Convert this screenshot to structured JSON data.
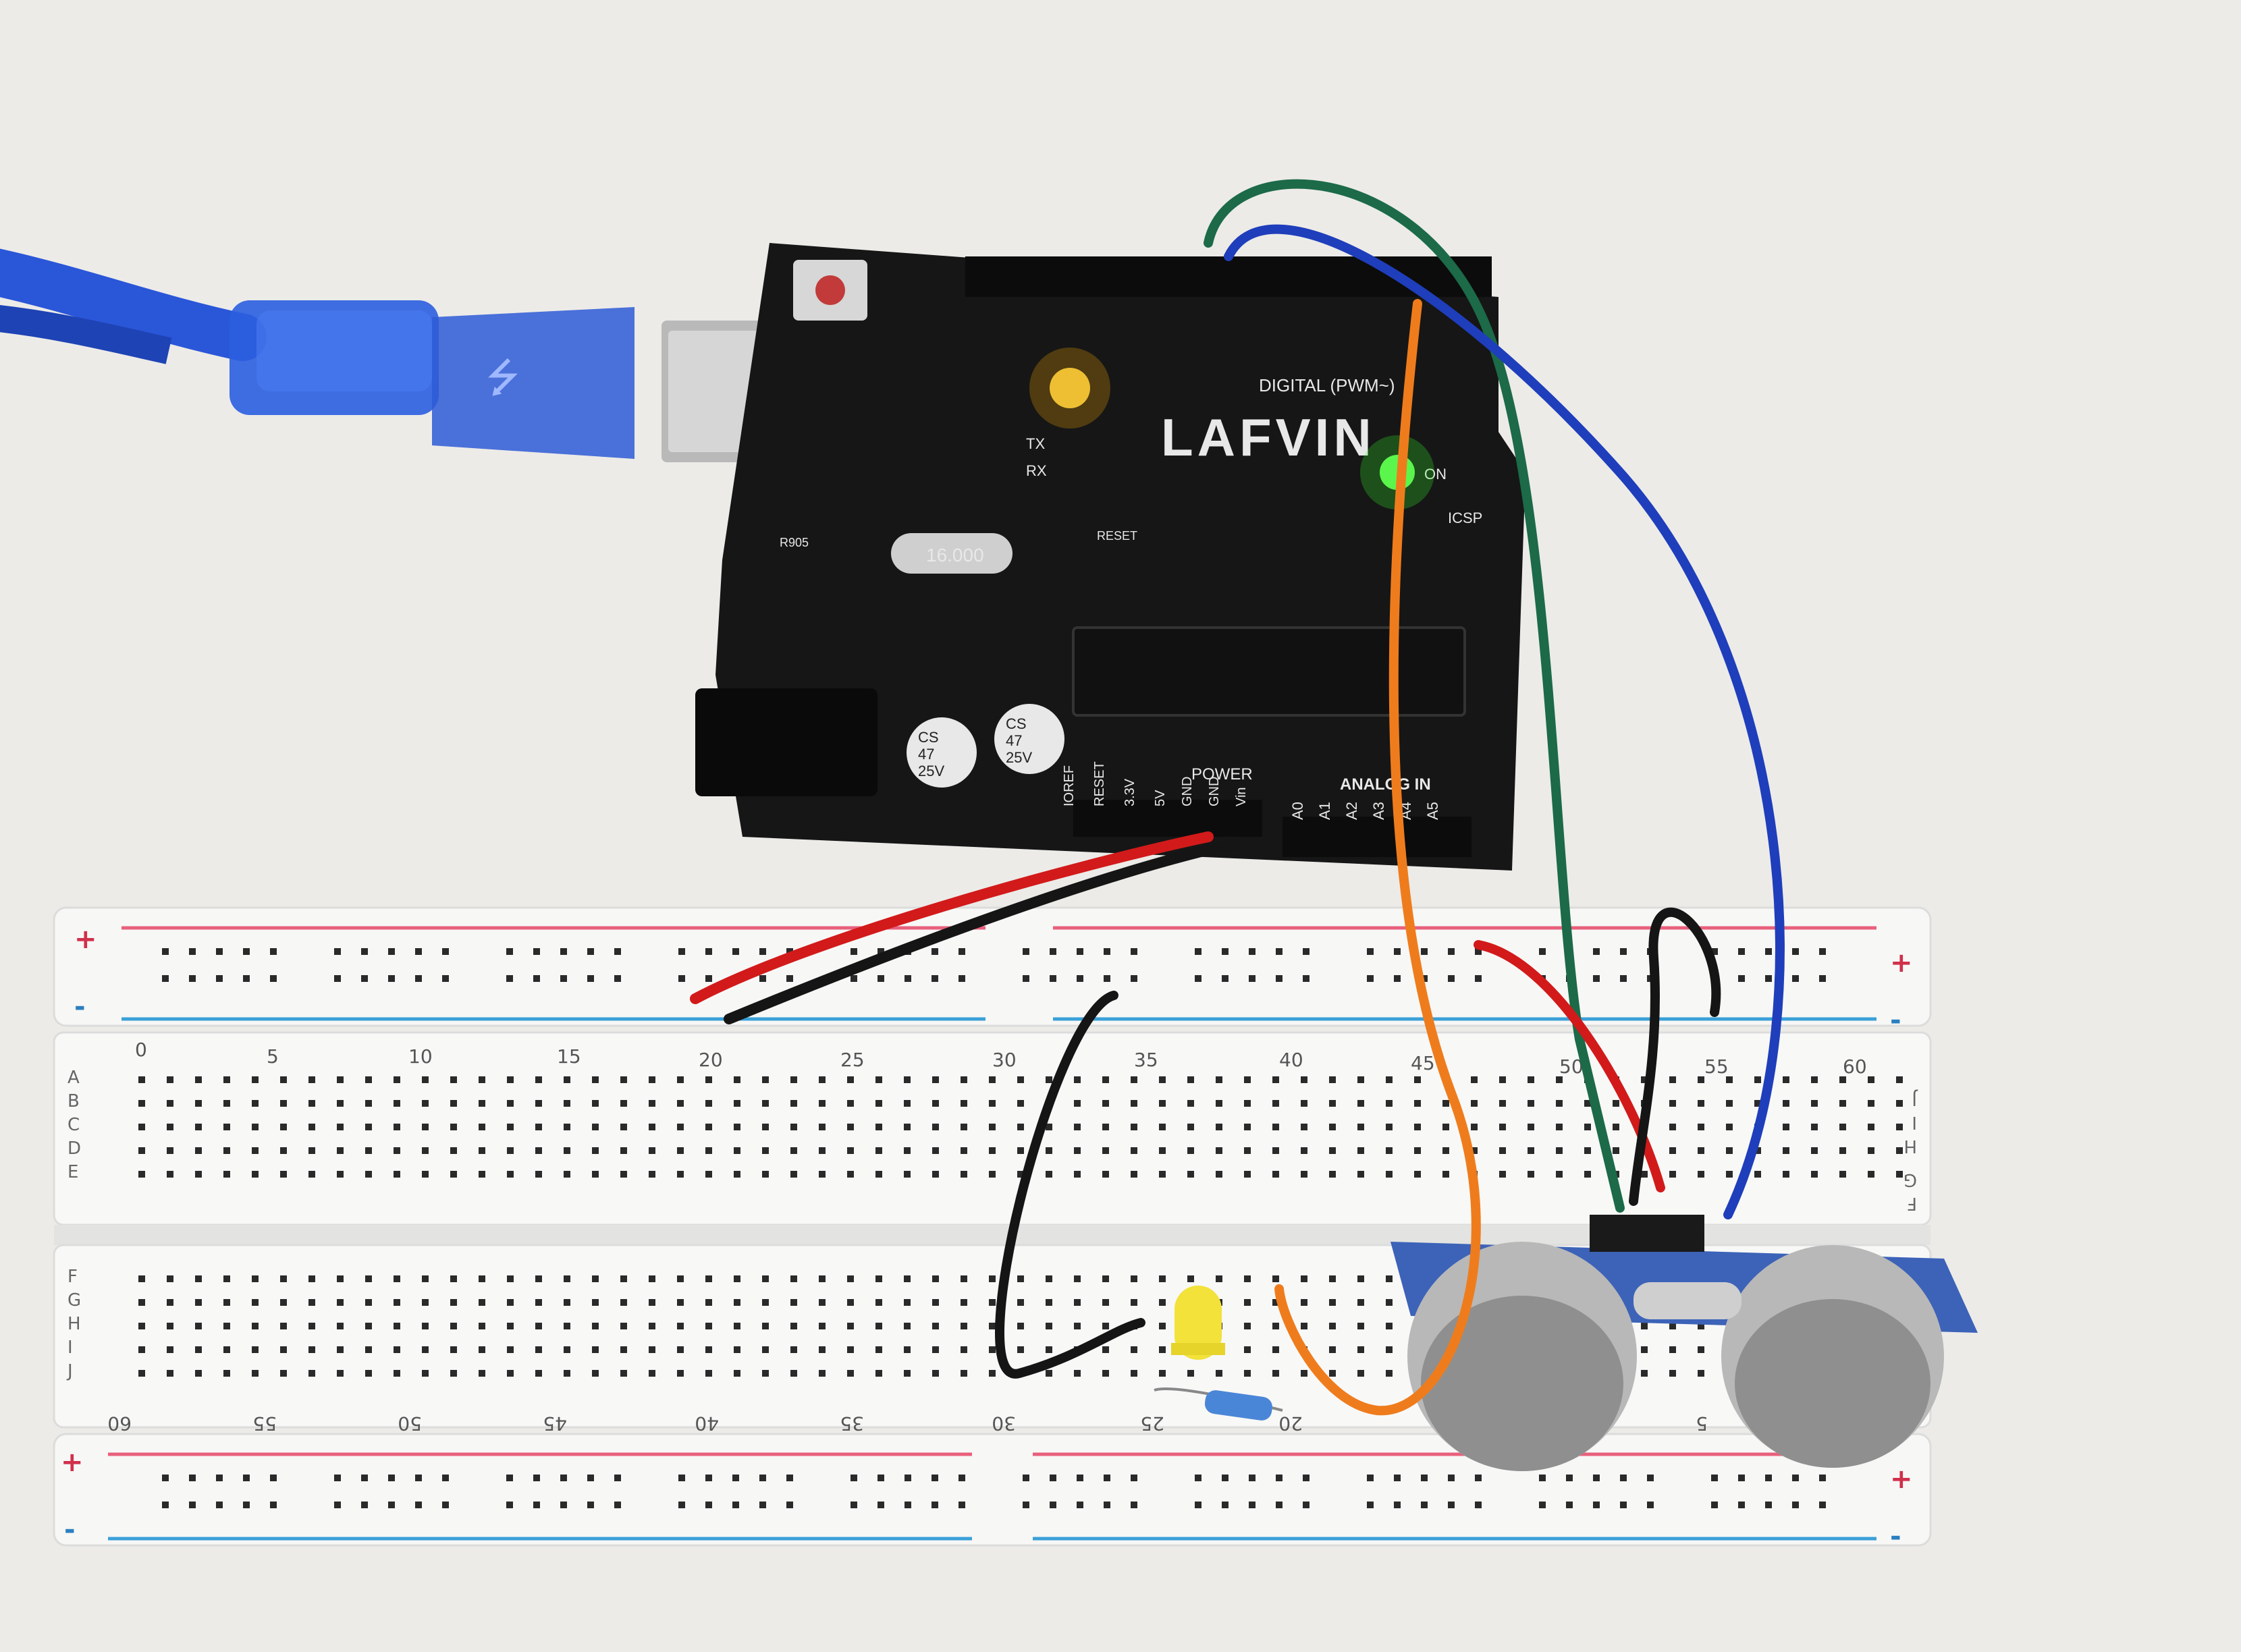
{
  "board": {
    "brand": "LAFVIN",
    "digital_label": "DIGITAL (PWM~)",
    "tx_label": "TX",
    "rx_label": "RX",
    "on_label": "ON",
    "icsp_label": "ICSP",
    "power_label": "POWER",
    "analog_label": "ANALOG IN",
    "crystal_label": "16.000",
    "reset_label": "RESET",
    "power_pins": [
      "IOREF",
      "RESET",
      "3.3V",
      "5V",
      "GND",
      "GND",
      "Vin"
    ],
    "analog_pins": [
      "A0",
      "A1",
      "A2",
      "A3",
      "A4",
      "A5"
    ],
    "cap_lines": [
      "CS",
      "47",
      "25V"
    ],
    "small_label": "R905"
  },
  "breadboard": {
    "top_numbers": [
      "0",
      "5",
      "10",
      "15",
      "20",
      "25",
      "30",
      "35",
      "40",
      "45",
      "50",
      "55",
      "60"
    ],
    "bottom_numbers": [
      "60",
      "55",
      "50",
      "45",
      "40",
      "35",
      "30",
      "25",
      "20",
      "5"
    ],
    "left_rows_top": [
      "A",
      "B",
      "C",
      "D",
      "E"
    ],
    "left_rows_bottom": [
      "F",
      "G",
      "H",
      "I",
      "J"
    ],
    "right_rows": [
      "J",
      "I",
      "H",
      "G",
      "F"
    ],
    "plus": "+",
    "minus": "-"
  },
  "colors": {
    "board": "#161616",
    "usb_cable": "#1f4fcf",
    "wire_red": "#d21a1a",
    "wire_black": "#151515",
    "wire_orange": "#ef7c1c",
    "wire_green": "#1c6a48",
    "wire_blue": "#1f3ebb",
    "rail_red": "#e8607c",
    "rail_blue": "#3aa0d8",
    "led_yellow": "#f2e23a",
    "sensor_pcb": "#3d63b8"
  }
}
